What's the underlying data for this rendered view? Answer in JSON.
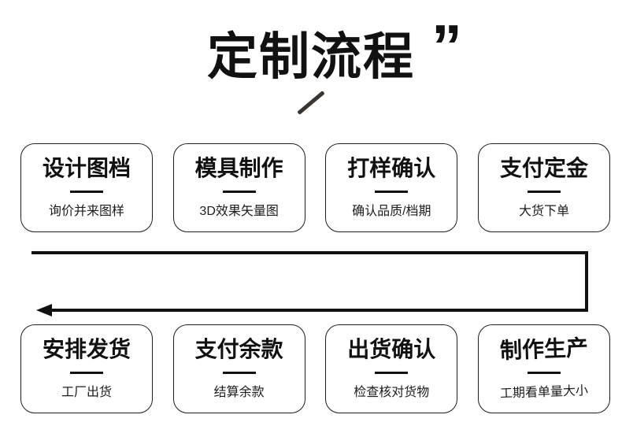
{
  "title": {
    "text": "定制流程",
    "quote": "”"
  },
  "rows": [
    [
      {
        "title": "设计图档",
        "subtitle": "询价并来图样"
      },
      {
        "title": "模具制作",
        "subtitle": "3D效果矢量图"
      },
      {
        "title": "打样确认",
        "subtitle": "确认品质/档期"
      },
      {
        "title": "支付定金",
        "subtitle": "大货下单"
      }
    ],
    [
      {
        "title": "安排发货",
        "subtitle": "工厂出货"
      },
      {
        "title": "支付余款",
        "subtitle": "结算余款"
      },
      {
        "title": "出货确认",
        "subtitle": "检查核对货物"
      },
      {
        "title": "制作生产",
        "subtitle": "工期看单量大小"
      }
    ]
  ],
  "colors": {
    "bg": "#ffffff",
    "text": "#111111",
    "border": "#1f1f1f",
    "slash": "#3b342f"
  }
}
